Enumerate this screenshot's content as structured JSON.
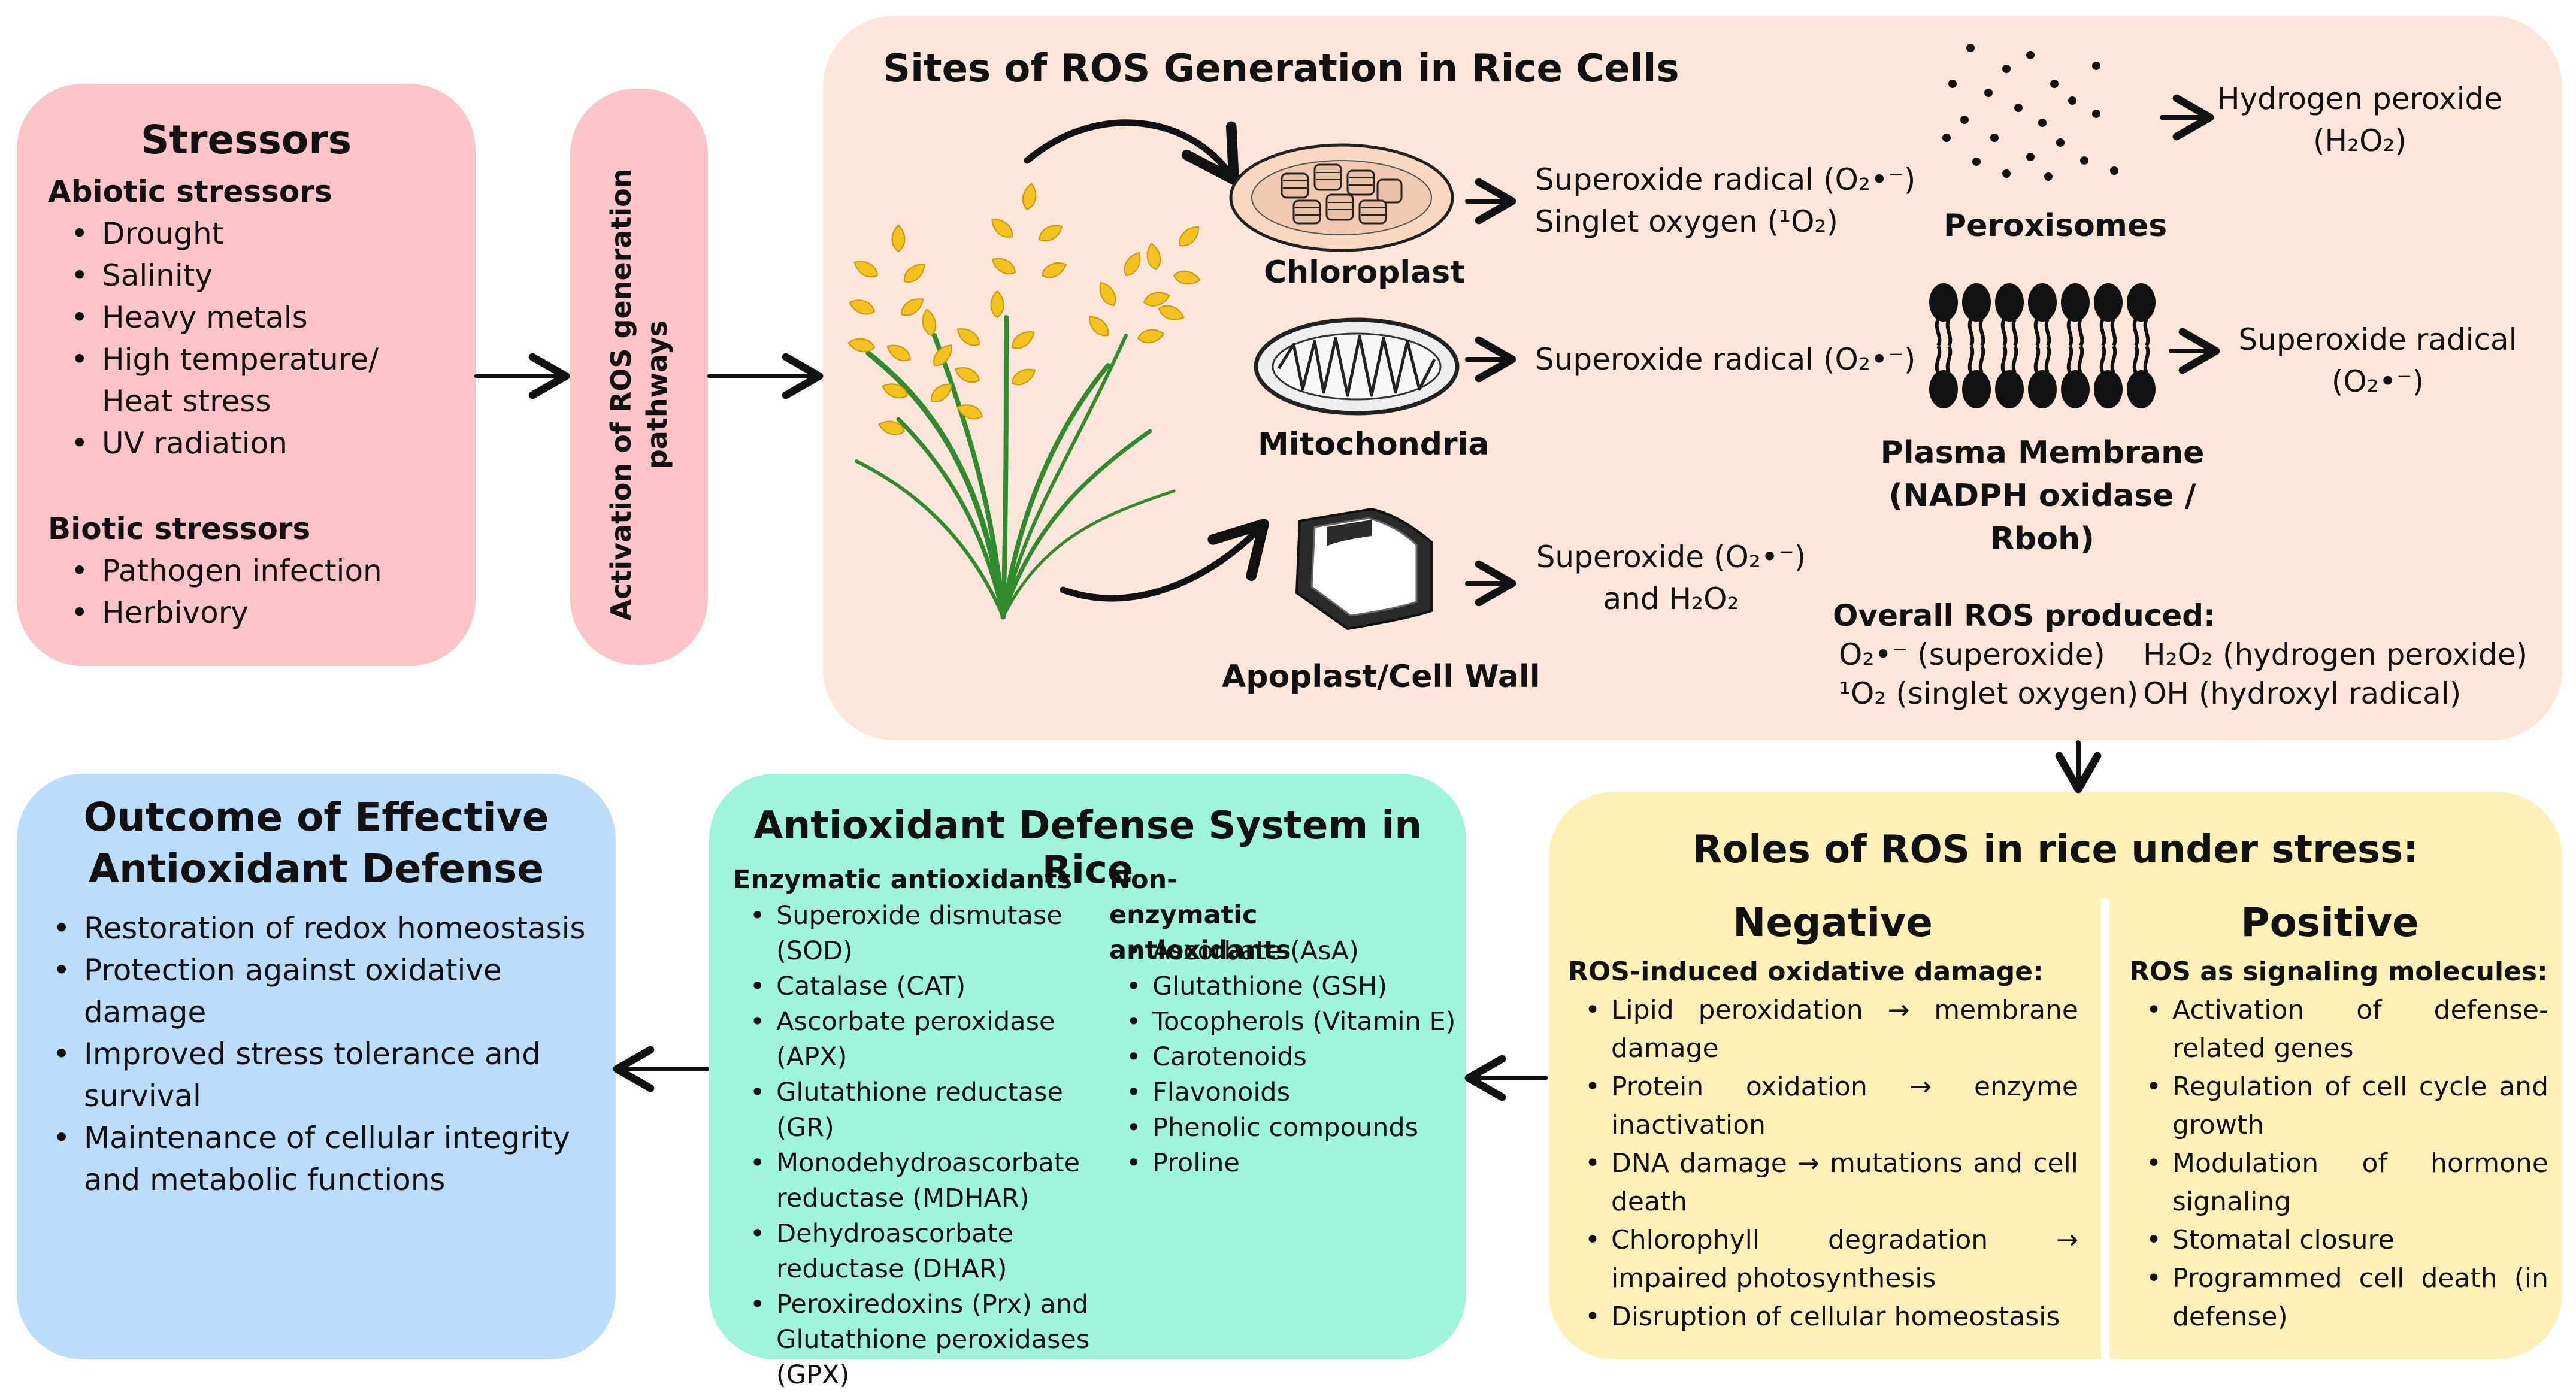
{
  "stressors": {
    "title": "Stressors",
    "abiotic_heading": "Abiotic stressors",
    "abiotic": [
      "Drought",
      "Salinity",
      "Heavy metals",
      "High temperature/ Heat stress",
      "UV radiation"
    ],
    "biotic_heading": "Biotic stressors",
    "biotic": [
      "Pathogen infection",
      "Herbivory"
    ]
  },
  "activation": {
    "label": "Activation of ROS generation pathways"
  },
  "sites": {
    "title": "Sites of ROS Generation in Rice Cells",
    "chloroplast": {
      "label": "Chloroplast",
      "ros_line1": "Superoxide radical (O₂•⁻)",
      "ros_line2": "Singlet oxygen (¹O₂)"
    },
    "mitochondria": {
      "label": "Mitochondria",
      "ros": "Superoxide radical (O₂•⁻)"
    },
    "apoplast": {
      "label": "Apoplast/Cell Wall",
      "ros_line1": "Superoxide (O₂•⁻)",
      "ros_line2": "and H₂O₂"
    },
    "peroxisomes": {
      "label": "Peroxisomes",
      "ros_line1": "Hydrogen peroxide",
      "ros_line2": "(H₂O₂)"
    },
    "membrane": {
      "label_line1": "Plasma Membrane",
      "label_line2": "(NADPH oxidase / Rboh)",
      "ros_line1": "Superoxide radical",
      "ros_line2": "(O₂•⁻)"
    },
    "overall": {
      "heading": "Overall ROS produced:",
      "items": [
        "O₂•⁻ (superoxide)",
        "H₂O₂ (hydrogen peroxide)",
        "¹O₂ (singlet oxygen)",
        "OH (hydroxyl radical)"
      ]
    }
  },
  "roles": {
    "title": "Roles of ROS in rice under stress:",
    "negative": {
      "title": "Negative",
      "heading": "ROS-induced oxidative damage:",
      "items": [
        "Lipid peroxidation → membrane damage",
        "Protein oxidation → enzyme inactivation",
        "DNA damage → mutations and cell death",
        "Chlorophyll degradation → impaired photosynthesis",
        "Disruption of cellular homeostasis"
      ]
    },
    "positive": {
      "title": "Positive",
      "heading": "ROS as signaling molecules:",
      "items": [
        "Activation of defense-related genes",
        "Regulation of cell cycle and growth",
        "Modulation of hormone signaling",
        "Stomatal closure",
        "Programmed cell death (in defense)"
      ]
    }
  },
  "antioxidant": {
    "title": "Antioxidant Defense System in Rice",
    "enzymatic_heading": "Enzymatic antioxidants",
    "enzymatic": [
      "Superoxide dismutase (SOD)",
      "Catalase (CAT)",
      "Ascorbate peroxidase (APX)",
      "Glutathione reductase (GR)",
      "Monodehydroascorbate reductase (MDHAR)",
      "Dehydroascorbate reductase (DHAR)",
      "Peroxiredoxins (Prx) and Glutathione peroxidases (GPX)"
    ],
    "nonenzymatic_heading": "Non-enzymatic antioxidants",
    "nonenzymatic": [
      "Ascorbate (AsA)",
      "Glutathione (GSH)",
      "Tocopherols (Vitamin E)",
      "Carotenoids",
      "Flavonoids",
      "Phenolic compounds",
      "Proline"
    ]
  },
  "outcome": {
    "title_line1": "Outcome of Effective",
    "title_line2": "Antioxidant Defense",
    "items": [
      "Restoration of redox homeostasis",
      "Protection against oxidative damage",
      "Improved stress tolerance and survival",
      "Maintenance of cellular integrity and metabolic functions"
    ]
  },
  "colors": {
    "stressors_bg": "#fcc4c6",
    "sites_bg": "#fde6d9",
    "roles_bg": "#fef0b7",
    "antioxidant_bg": "#9ff5dc",
    "outcome_bg": "#bcdcfb",
    "grain": "#f3c21e",
    "leaf": "#2e8b2e"
  },
  "icons": [
    "rice-plant-icon",
    "chloroplast-icon",
    "mitochondria-icon",
    "apoplast-icon",
    "peroxisome-icon",
    "membrane-icon",
    "arrow-icon"
  ]
}
